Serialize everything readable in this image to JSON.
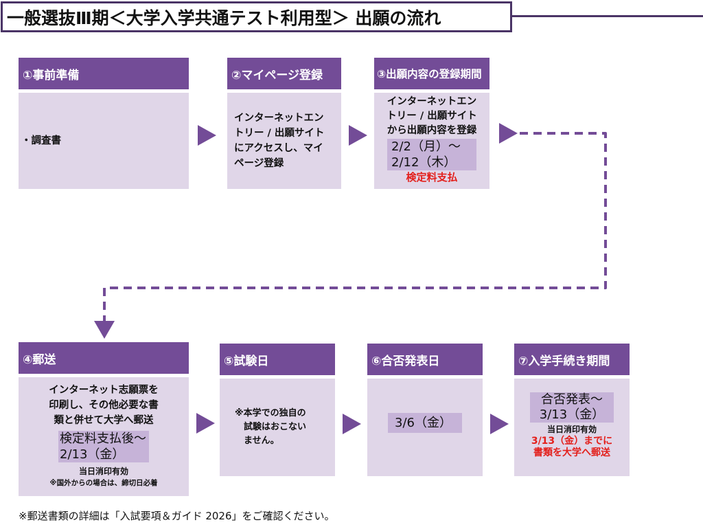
{
  "title": "一般選抜Ⅲ期＜大学入学共通テスト利用型＞ 出願の流れ",
  "colors": {
    "header_bg": "#734c97",
    "body_bg": "#e0d6e8",
    "highlight_bg": "#c6b3d8",
    "accent_red": "#e3201c",
    "title_border": "#4a3466"
  },
  "icons": {
    "step_arrow": "right-triangle-arrow",
    "down_arrow": "down-triangle-arrow",
    "connector": "dashed-connector-line"
  },
  "steps": [
    {
      "header": "①事前準備",
      "lines": [
        "・調査書"
      ]
    },
    {
      "header": "②マイページ登録",
      "lines": [
        "インターネットエン",
        "トリー / 出願サイト",
        "にアクセスし、マイ",
        "ページ登録"
      ]
    },
    {
      "header": "③出願内容の登録期間",
      "lines": [
        "インターネットエン",
        "トリー / 出願サイト",
        "から出願内容を登録"
      ],
      "period": [
        "2/2（月）～",
        "2/12（木）"
      ],
      "note_red": "検定料支払"
    },
    {
      "header": "④郵送",
      "lines": [
        "インターネット志願票を",
        "印刷し、その他必要な書",
        "類と併せて大学へ郵送"
      ],
      "period": [
        "検定料支払後～",
        "2/13（金）"
      ],
      "note": "当日消印有効",
      "note_small": "※国外からの場合は、締切日必着"
    },
    {
      "header": "⑤試験日",
      "lines": [
        "※本学での独自の",
        "　試験はおこない",
        "　ません。"
      ]
    },
    {
      "header": "⑥合否発表日",
      "period": [
        "3/6（金）"
      ]
    },
    {
      "header": "⑦入学手続き期間",
      "period": [
        "合否発表～",
        "3/13（金）"
      ],
      "note": "当日消印有効",
      "note_red": [
        "3/13（金）までに",
        "書類を大学へ郵送"
      ]
    }
  ],
  "footnote": "※郵送書類の詳細は「入試要項＆ガイド 2026」をご確認ください。"
}
